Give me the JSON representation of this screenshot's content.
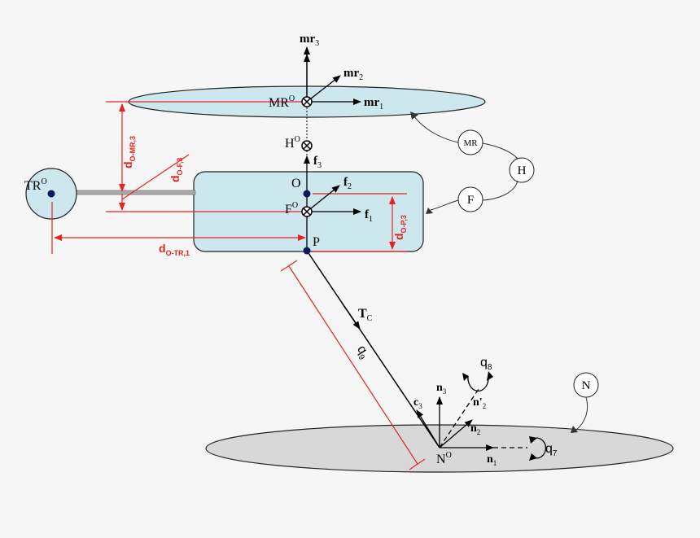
{
  "labels": {
    "mr3": {
      "main": "mr",
      "sub": "3"
    },
    "mr2": {
      "main": "mr",
      "sub": "2"
    },
    "mr1": {
      "main": "mr",
      "sub": "1"
    },
    "MRO": {
      "main": "MR",
      "sup": "O"
    },
    "HO": {
      "main": "H",
      "sup": "O"
    },
    "f3": {
      "main": "f",
      "sub": "3"
    },
    "O": "O",
    "f2": {
      "main": "f",
      "sub": "2"
    },
    "FO": {
      "main": "F",
      "sup": "O"
    },
    "f1": {
      "main": "f",
      "sub": "1"
    },
    "P": "P",
    "TRO": {
      "main": "TR",
      "sup": "O"
    },
    "Tc": {
      "main": "T",
      "sub": "C"
    },
    "q9": "q",
    "q9_sub": "9",
    "q8": "q",
    "q8_sub": "8",
    "q7": "q",
    "q7_sub": "7",
    "n3": {
      "main": "n",
      "sub": "3"
    },
    "c3": {
      "main": "c",
      "sub": "3"
    },
    "n2p": {
      "main": "n'",
      "sub": "2"
    },
    "n2": {
      "main": "n",
      "sub": "2"
    },
    "NO": {
      "main": "N",
      "sup": "O"
    },
    "n1": {
      "main": "n",
      "sub": "1"
    }
  },
  "dimensions": {
    "d_o_mr3": {
      "main": "d",
      "sub": "O-MR,3"
    },
    "d_o_f3": {
      "main": "d",
      "sub": "O-F,3"
    },
    "d_o_tr1": {
      "main": "d",
      "sub": "O-TR,1"
    },
    "d_o_p3": {
      "main": "d",
      "sub": "O-P,3"
    }
  },
  "circles": {
    "MR": "MR",
    "H": "H",
    "F": "F",
    "N": "N"
  },
  "colors": {
    "dimension": "#e8231f",
    "body_fill": "#cde7ee",
    "ground_fill": "#d8d8d8",
    "point": "#0a1a5a"
  }
}
